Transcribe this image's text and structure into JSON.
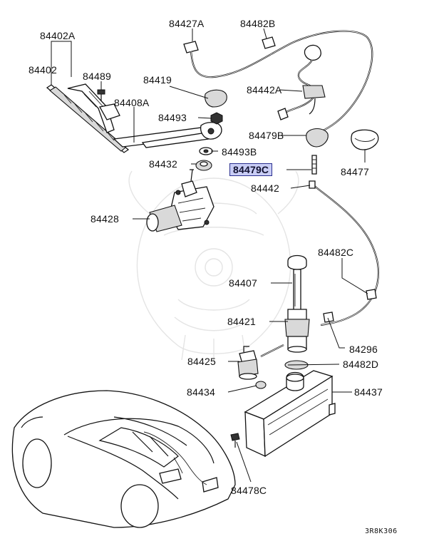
{
  "labels": {
    "p84402A": "84402A",
    "p84402": "84402",
    "p84489": "84489",
    "p84419": "84419",
    "p84427A": "84427A",
    "p84482B": "84482B",
    "p84408A": "84408A",
    "p84493": "84493",
    "p84442A": "84442A",
    "p84479B": "84479B",
    "p84493B": "84493B",
    "p84432": "84432",
    "p84479C": "84479C",
    "p84477": "84477",
    "p84442": "84442",
    "p84428": "84428",
    "p84482C": "84482C",
    "p84407": "84407",
    "p84421": "84421",
    "p84296": "84296",
    "p84425": "84425",
    "p84482D": "84482D",
    "p84434": "84434",
    "p84437": "84437",
    "p84478C": "84478C"
  },
  "diagram_code": "3R8K306",
  "highlighted_part": "84479C",
  "colors": {
    "highlight_fill": "#c9cdf5",
    "highlight_border": "#2a2f8f",
    "line": "#111111",
    "watermark": "#e4e4e4"
  }
}
